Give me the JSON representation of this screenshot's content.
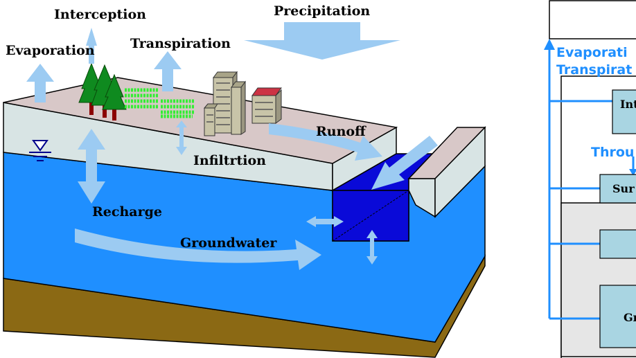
{
  "labels": {
    "interception": "Interception",
    "precipitation": "Precipitation",
    "evaporation": "Evaporation",
    "transpiration": "Transpiration",
    "runoff": "Runoff",
    "infiltration": "Infiltrtion",
    "recharge": "Recharge",
    "groundwater": "Groundwater"
  },
  "flowchart": {
    "evap_transp_line1": "Evaporati",
    "evap_transp_line2": "Transpirat",
    "throughfall": "Throu",
    "box_interception": "Int",
    "box_surface": "Sur",
    "box_groundwater": "Gr"
  },
  "colors": {
    "water": "#1f8fff",
    "deep_water": "#0a0ad8",
    "arrow": "#9ccbf2",
    "land_top": "#d8c8c8",
    "soil_face": "#d8e4e4",
    "bedrock": "#8b6914",
    "tree": "#0f8a1f",
    "crop": "#33ee33",
    "flow_blue": "#1f8fff",
    "box_fill": "#a9d5e2",
    "panel_gray": "#e6e6e6"
  },
  "icons": [
    "water-table-icon",
    "tree-icon",
    "crop-icon",
    "building-icon",
    "house-icon"
  ]
}
